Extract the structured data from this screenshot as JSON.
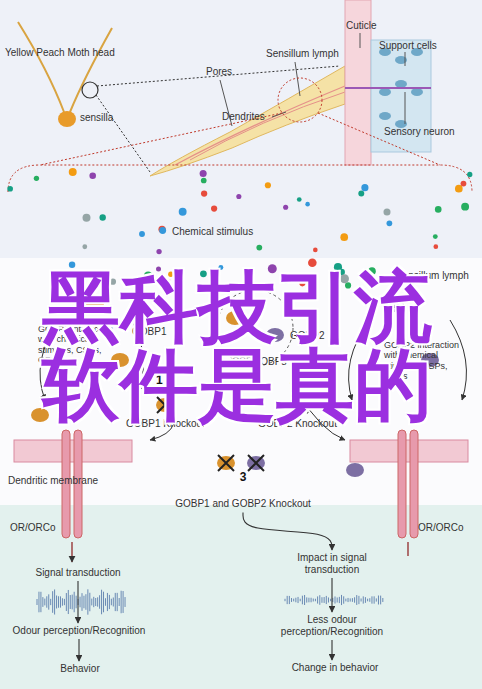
{
  "diagram": {
    "nodes": [
      {
        "text": [
          "Signal transduction"
        ]
      },
      {
        "text": [
          "Odour perception/Recognition"
        ]
      },
      {
        "text": [
          "Behavior"
        ]
      },
      {
        "text": [
          "Impact in signal transduction"
        ]
      },
      {
        "text": [
          "Less odour perception/Recognition"
        ]
      },
      {
        "text": [
          "Change in behavior"
        ]
      },
      {
        "text": [
          "3",
          "GOBP1 and GOBP2 Knockout"
        ]
      }
    ],
    "edges": [
      {
        "from": 0,
        "to": 1,
        "arrow": "to"
      },
      {
        "from": 1,
        "to": 2,
        "arrow": "to"
      },
      {
        "from": 3,
        "to": 4,
        "arrow": "to"
      },
      {
        "from": 4,
        "to": 5,
        "arrow": "to"
      },
      {
        "from": 6,
        "to": 3,
        "arrow": "to"
      }
    ],
    "labels": [
      "Yellow Peach Moth head",
      "sensilla",
      "Pores",
      "Sensillum lymph",
      "Cuticle",
      "Support cells",
      "Dendrites",
      "Sensory neuron",
      "Chemical stimulus",
      "Sensillum lymph",
      "GOBP1 interaction with chemical stimulus, CSPs, OBPs",
      "GOBP1",
      "GOBP2",
      "CSPs/OBPs",
      "GOBP2 interaction with chemical stimulus, CSPs, OBPs",
      "1",
      "GOBP1 Knockout",
      "2",
      "GOBP2 Knockout",
      "Dendritic membrane",
      "OR/ORCo",
      "OR/ORCo",
      "黑科技引流软件是真的"
    ]
  }
}
